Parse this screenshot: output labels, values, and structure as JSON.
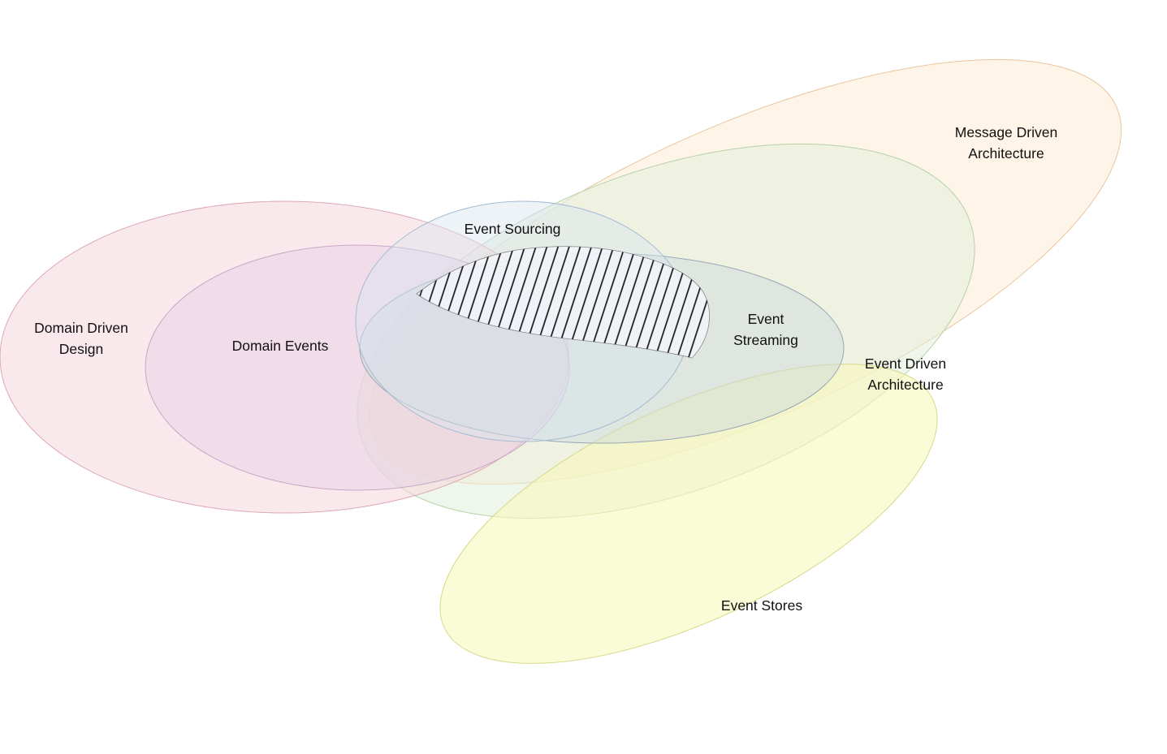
{
  "diagram": {
    "type": "venn",
    "background": "#ffffff",
    "sets": [
      {
        "id": "domain-driven-design",
        "label": "Domain Driven\nDesign",
        "color": "#f6d3da",
        "border": "#dca8b6"
      },
      {
        "id": "domain-events",
        "label": "Domain Events",
        "color": "#e8d2e6",
        "border": "#c7a6c7"
      },
      {
        "id": "event-sourcing",
        "label": "Event Sourcing",
        "color": "#d9e4ef",
        "border": "#a3bbd1"
      },
      {
        "id": "event-streaming",
        "label": "Event\nStreaming",
        "color": "#ccd6de",
        "border": "#98a8b6"
      },
      {
        "id": "message-driven-architecture",
        "label": "Message Driven\nArchitecture",
        "color": "#fdeBD5",
        "border": "#e9c69f"
      },
      {
        "id": "event-driven-architecture",
        "label": "Event Driven\nArchitecture",
        "color": "#e2efda",
        "border": "#b6d2a7"
      },
      {
        "id": "event-stores",
        "label": "Event Stores",
        "color": "#f7f9bd",
        "border": "#d6da89"
      }
    ],
    "highlight": {
      "id": "hatched-intersection",
      "fill": "#f2f6fa",
      "line_color": "#1a1a1a"
    }
  }
}
